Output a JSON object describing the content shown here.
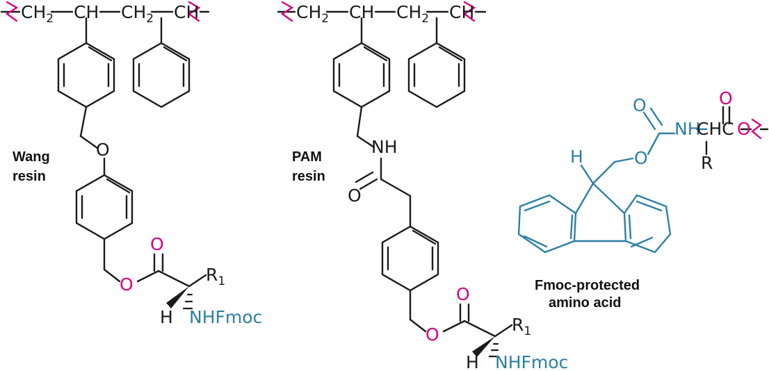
{
  "figure": {
    "title": "Solid-phase peptide synthesis resins and Fmoc-protected amino acid",
    "background": "#ffffff"
  },
  "colors": {
    "bond_black": "#1a1a1a",
    "oxygen_magenta": "#D6007F",
    "fmoc_teal": "#2C7FA4",
    "label_black": "#111111"
  },
  "panels": [
    {
      "id": "wang",
      "label_line1": "Wang",
      "label_line2": "resin",
      "backbone_atoms": [
        "CH",
        "2",
        "CH",
        "CH",
        "2",
        "CH"
      ],
      "linker_atoms": [
        "O",
        "O",
        "O"
      ],
      "amino_acid_atoms": [
        "R",
        "1",
        "H",
        "NHFmoc"
      ]
    },
    {
      "id": "pam",
      "label_line1": "PAM",
      "label_line2": "resin",
      "backbone_atoms": [
        "CH",
        "2",
        "CH",
        "CH",
        "2",
        "CH"
      ],
      "linker_atoms": [
        "NH",
        "O",
        "O",
        "O"
      ],
      "amino_acid_atoms": [
        "R",
        "1",
        "H",
        "NHFmoc"
      ]
    },
    {
      "id": "fmoc",
      "label_line1": "Fmoc-protected",
      "label_line2": "amino acid",
      "atoms": [
        "H",
        "O",
        "O",
        "NH",
        "CHC",
        "O",
        "O",
        "R"
      ]
    }
  ],
  "atoms": {
    "ch": "CH",
    "two": "2",
    "one": "1",
    "o": "O",
    "nh": "NH",
    "n": "N",
    "h": "H",
    "r": "R",
    "chc": "CHC",
    "nhfmoc": "NHFmoc"
  },
  "labels": {
    "wang_1": "Wang",
    "wang_2": "resin",
    "pam_1": "PAM",
    "pam_2": "resin",
    "fmoc_1": "Fmoc-protected",
    "fmoc_2": "amino acid"
  }
}
